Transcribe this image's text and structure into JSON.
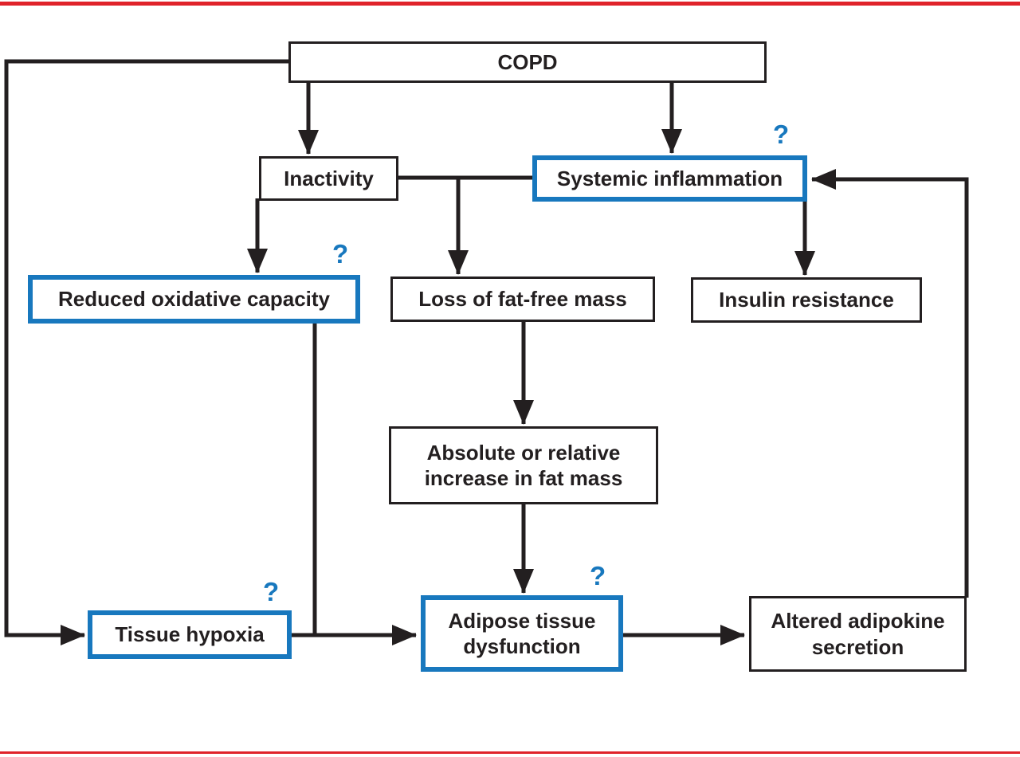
{
  "figure": {
    "question_mark": "?",
    "colors": {
      "red_rule": "#e0232a",
      "highlight_blue": "#1878be",
      "line_black": "#231f20"
    },
    "nodes": {
      "copd": {
        "label": "COPD",
        "highlighted": false
      },
      "inactivity": {
        "label": "Inactivity",
        "highlighted": false
      },
      "systemic_inflammation": {
        "label": "Systemic inflammation",
        "highlighted": true,
        "uncertain": true
      },
      "reduced_oxidative_capacity": {
        "label": "Reduced oxidative capacity",
        "highlighted": true,
        "uncertain": true
      },
      "loss_of_fat_free_mass": {
        "label": "Loss of fat-free mass",
        "highlighted": false
      },
      "insulin_resistance": {
        "label": "Insulin resistance",
        "highlighted": false
      },
      "fat_mass_increase": {
        "label": "Absolute or relative\nincrease in fat mass",
        "highlighted": false
      },
      "tissue_hypoxia": {
        "label": "Tissue hypoxia",
        "highlighted": true,
        "uncertain": true
      },
      "adipose_tissue_dysfunction": {
        "label": "Adipose tissue\ndysfunction",
        "highlighted": true,
        "uncertain": true
      },
      "altered_adipokine_secretion": {
        "label": "Altered adipokine\nsecretion",
        "highlighted": false
      }
    },
    "edges": [
      {
        "from": "COPD",
        "to": "Inactivity",
        "arrow": true
      },
      {
        "from": "COPD",
        "to": "Systemic inflammation",
        "arrow": true
      },
      {
        "from": "COPD",
        "to": "Tissue hypoxia",
        "arrow": true
      },
      {
        "from": "Inactivity",
        "to": "Systemic inflammation",
        "arrow": false
      },
      {
        "from": "Inactivity",
        "to": "Reduced oxidative capacity",
        "arrow": true
      },
      {
        "from": "Inactivity / Systemic inflammation",
        "to": "Loss of fat-free mass",
        "arrow": true
      },
      {
        "from": "Systemic inflammation",
        "to": "Insulin resistance",
        "arrow": true
      },
      {
        "from": "Loss of fat-free mass",
        "to": "Absolute or relative increase in fat mass",
        "arrow": true
      },
      {
        "from": "Absolute or relative increase in fat mass",
        "to": "Adipose tissue dysfunction",
        "arrow": true
      },
      {
        "from": "Reduced oxidative capacity",
        "to": "Adipose tissue dysfunction",
        "arrow": false
      },
      {
        "from": "Tissue hypoxia",
        "to": "Adipose tissue dysfunction",
        "arrow": true
      },
      {
        "from": "Adipose tissue dysfunction",
        "to": "Altered adipokine secretion",
        "arrow": true
      },
      {
        "from": "Altered adipokine secretion",
        "to": "Systemic inflammation",
        "arrow": true
      }
    ]
  }
}
